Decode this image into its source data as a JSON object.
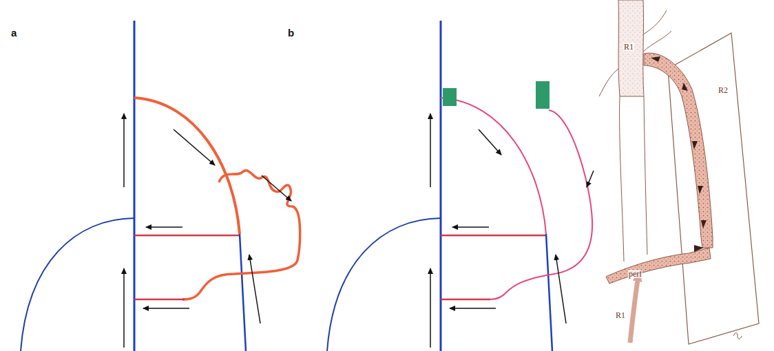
{
  "diagram": {
    "labels": [
      "a",
      "b",
      "R1",
      "R2",
      "R1",
      "perf"
    ]
  }
}
